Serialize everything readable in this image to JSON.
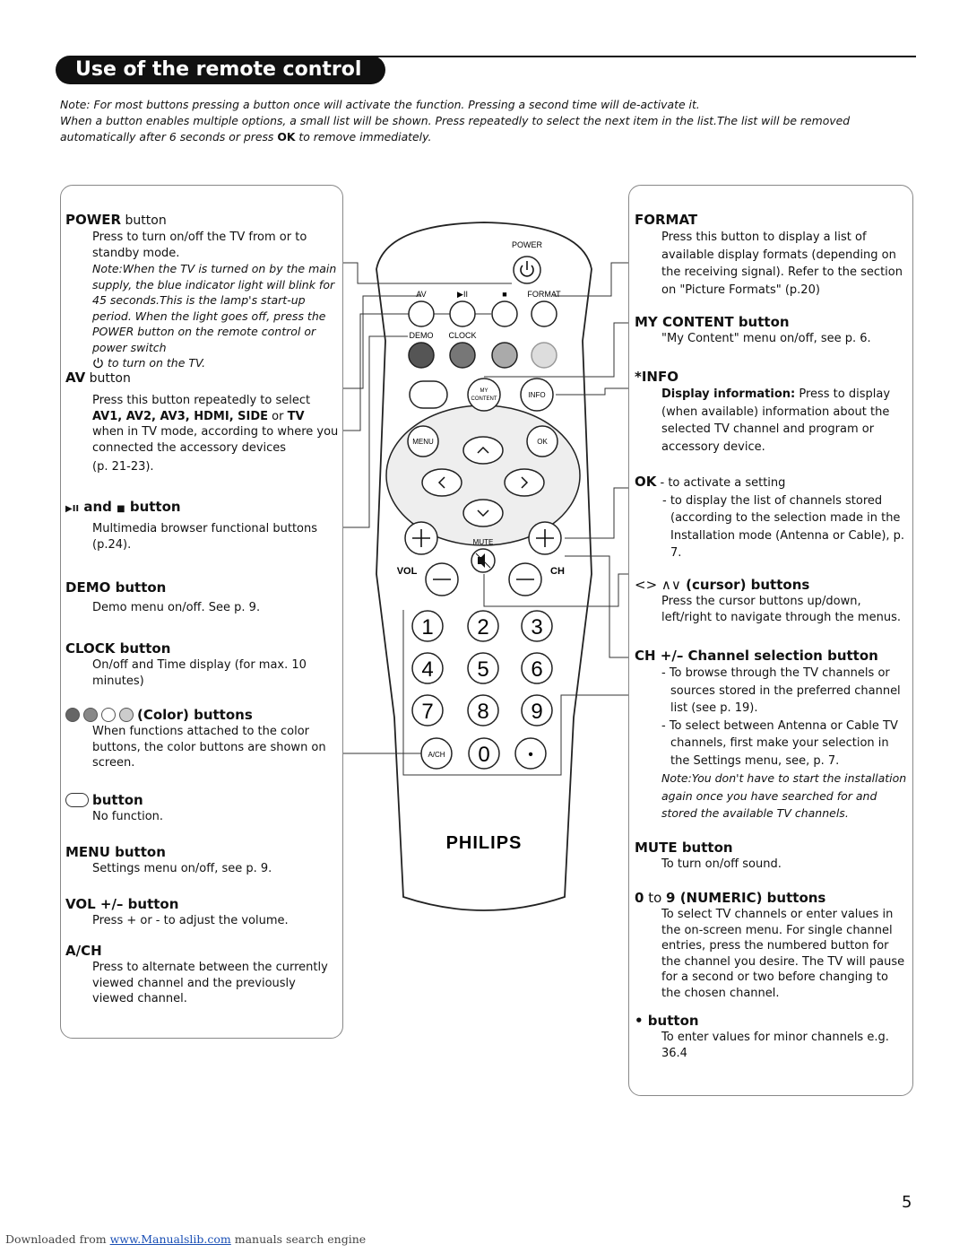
{
  "title": "Use of the remote control",
  "intro": {
    "line1": "Note: For most buttons pressing a button once will activate the function. Pressing a second time will de-activate it.",
    "line2a": "When a button enables multiple options, a small list will be shown. Press repeatedly to select the next item in the list.The list will be removed automatically after 6 seconds or press ",
    "line2_ok": "OK",
    "line2b": " to remove immediately."
  },
  "left": {
    "power": {
      "heading_bold": "POWER",
      "heading_rest": " button",
      "text": "Press to turn on/off the TV from or to standby mode.",
      "note": "Note:When the TV is turned on by the main supply, the blue indicator light will blink for 45 seconds.This is the lamp's start-up period. When the light goes off, press the POWER button on the remote control or power switch",
      "note_end": " to turn on the TV."
    },
    "av": {
      "heading_bold": "AV",
      "heading_rest": " button",
      "text1": "Press this button repeatedly to select",
      "text2_bold": "AV1, AV2, AV3, HDMI, SIDE",
      "text2_or": " or ",
      "text2_tv": "TV",
      "text3": "when in TV mode, according to where you connected the accessory devices",
      "pages": "(p. 21-23)."
    },
    "playstop": {
      "heading": "and",
      "heading_rest": " button",
      "text": "Multimedia browser functional buttons (p.24)."
    },
    "demo": {
      "heading_bold": "DEMO",
      "heading_rest": " button",
      "text": "Demo menu on/off.  See p. 9."
    },
    "clock": {
      "heading_bold": "CLOCK",
      "heading_rest": " button",
      "text": "On/off and Time display (for max. 10 minutes)"
    },
    "color": {
      "heading": "(Color) buttons",
      "text": "When functions attached to the color buttons, the color buttons are shown on screen."
    },
    "blank": {
      "heading": "button",
      "text": "No function."
    },
    "menu": {
      "heading_bold": "MENU",
      "heading_rest": " button",
      "text": "Settings menu on/off, see p. 9."
    },
    "vol": {
      "heading_bold": "VOL +/–",
      "heading_rest": "  button",
      "text": "Press + or - to adjust the volume."
    },
    "ach": {
      "heading": "A/CH",
      "text": "Press to alternate between the currently viewed channel and the previously viewed channel."
    }
  },
  "right": {
    "format": {
      "heading": "FORMAT",
      "text": "Press this button to display a list of available display formats (depending on the receiving signal).  Refer to the section on \"Picture Formats\" (p.20)"
    },
    "mycontent": {
      "heading_bold": "MY CONTENT",
      "heading_rest": " button",
      "text": "\"My Content\" menu on/off, see p. 6."
    },
    "info": {
      "heading": "*INFO",
      "text_bold": "Display information:",
      "text": " Press to display (when available) information about the selected TV channel and program or accessory device."
    },
    "ok": {
      "heading_bold": "OK",
      "line1": " - to activate a setting",
      "line2": "- to display the list of channels stored (according to the selection made in the Installation mode (Antenna or Cable), p. 7."
    },
    "cursor": {
      "symbols": "<> ∧∨",
      "heading": "(cursor) buttons",
      "text": "Press the cursor buttons up/down, left/right to navigate through the menus."
    },
    "ch": {
      "heading": "CH +/–  Channel selection button",
      "item1": "To browse through the TV channels or sources stored in the preferred channel list (see p. 19).",
      "item2": "To select between Antenna or Cable TV channels, first make your selection in the Settings menu, see, p. 7.",
      "note": "Note:You don't have to start the installation again once you have searched for and stored the available TV channels."
    },
    "mute": {
      "heading_bold": "MUTE",
      "heading_rest": " button",
      "text": "To turn on/off sound."
    },
    "numeric": {
      "heading_0": "0",
      "heading_to": " to ",
      "heading_rest": "9 (NUMERIC) buttons",
      "text": "To select TV channels or enter values in the on-screen menu.  For single channel entries, press the numbered button for the channel you desire.  The TV will pause for a second or two before changing to the chosen channel."
    },
    "dot": {
      "heading": "• button",
      "text": "To enter values for minor channels e.g. 36.4"
    }
  },
  "remote": {
    "power": "POWER",
    "av": "AV",
    "playpause": "▶II",
    "stop": "■",
    "format": "FORMAT",
    "demo": "DEMO",
    "clock": "CLOCK",
    "my": "MY",
    "content": "CONTENT",
    "info": "INFO",
    "menu": "MENU",
    "ok": "OK",
    "mute": "MUTE",
    "vol": "VOL",
    "ch": "CH",
    "digits": [
      "1",
      "2",
      "3",
      "4",
      "5",
      "6",
      "7",
      "8",
      "9"
    ],
    "ach": "A/CH",
    "zero": "0",
    "dot": "•",
    "brand": "PHILIPS"
  },
  "page_number": "5",
  "footer": {
    "prefix": "Downloaded from ",
    "link": "www.Manualslib.com",
    "suffix": " manuals search engine"
  }
}
